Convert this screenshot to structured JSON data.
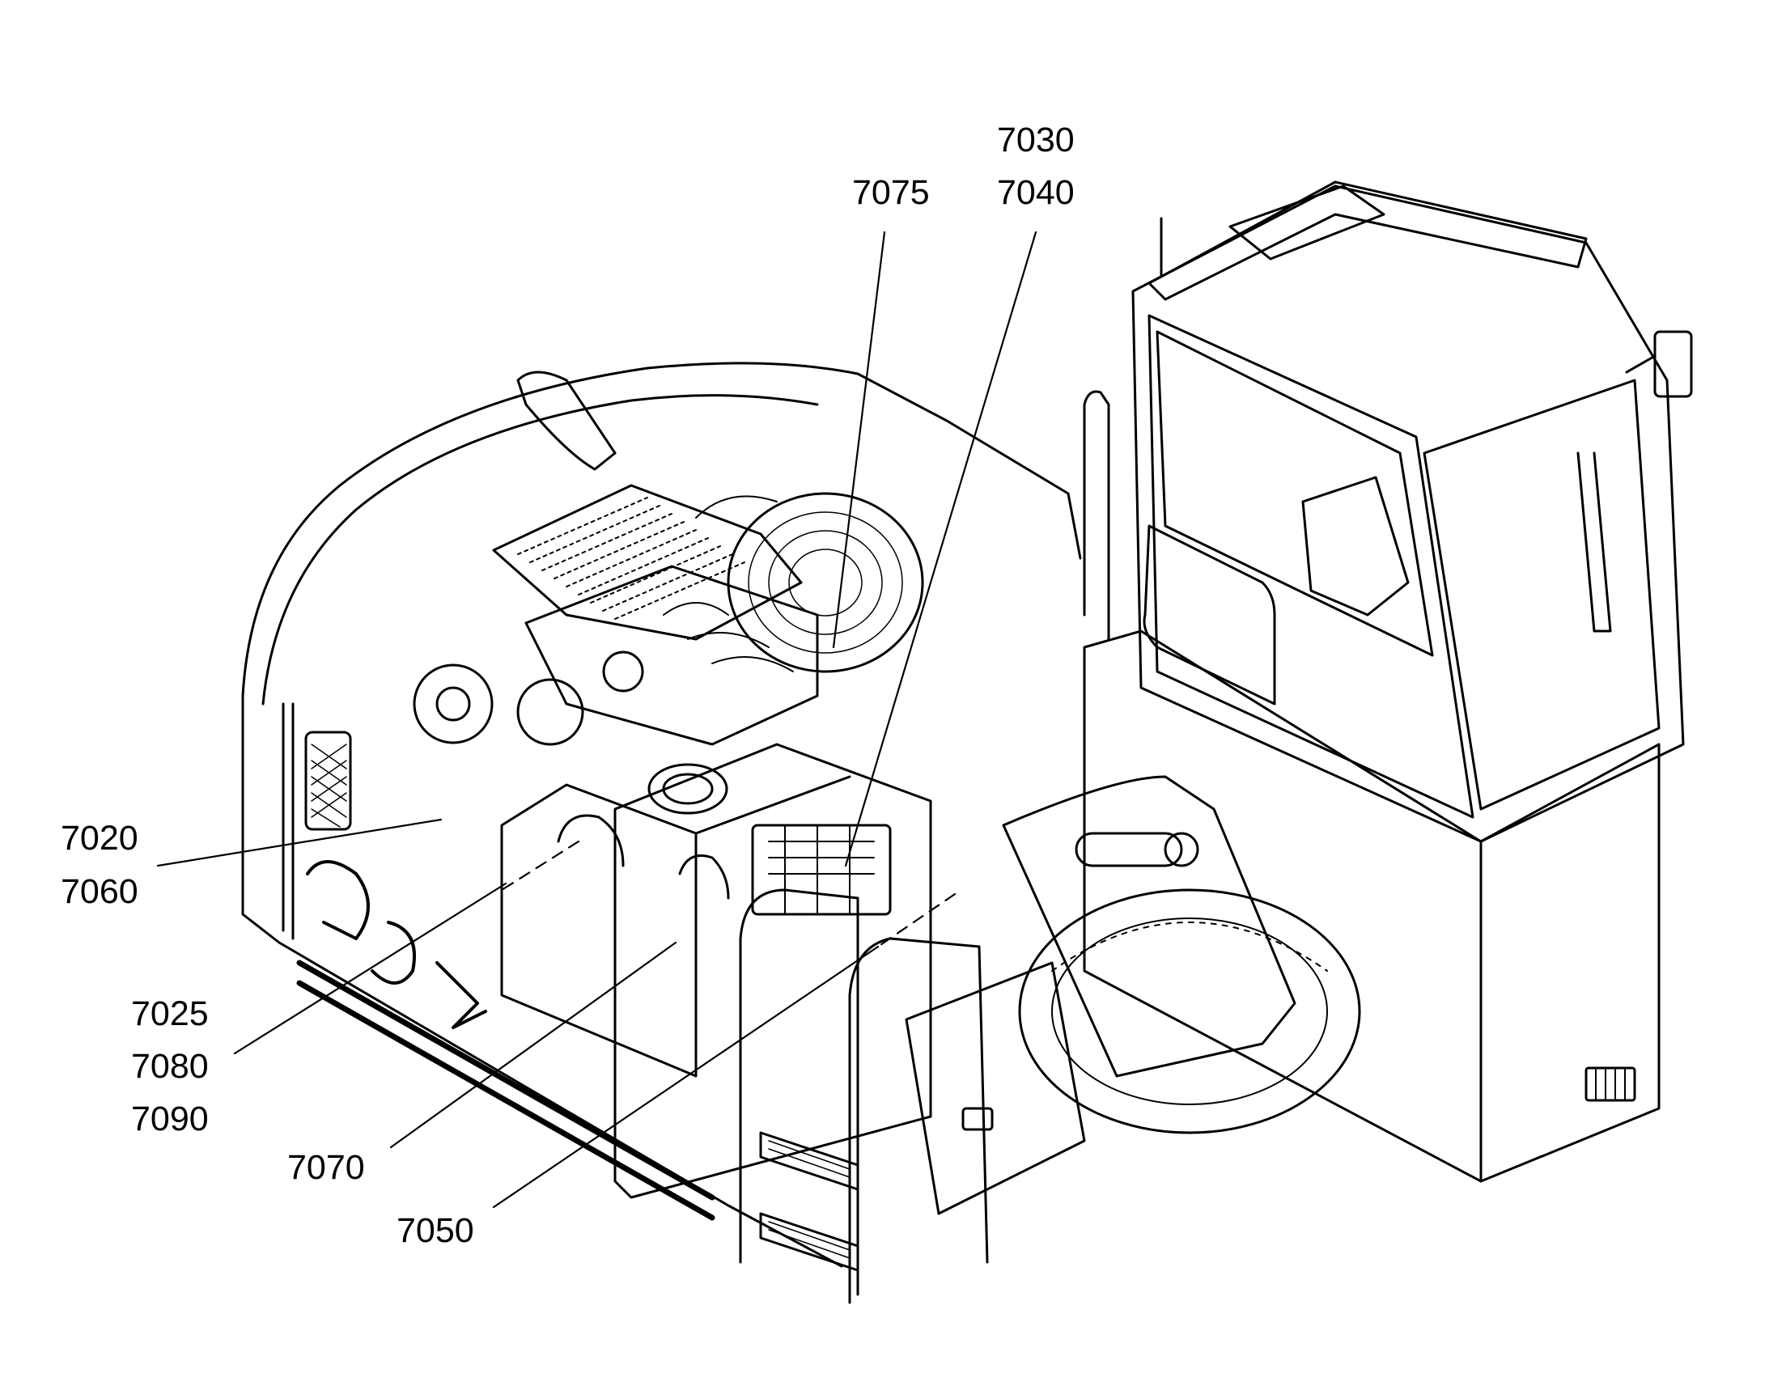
{
  "diagram": {
    "callouts": [
      {
        "id": "group-7030-7040",
        "lines": [
          "7030",
          "7040"
        ]
      },
      {
        "id": "group-7075",
        "lines": [
          "7075"
        ]
      },
      {
        "id": "group-7020-7060",
        "lines": [
          "7020",
          "7060"
        ]
      },
      {
        "id": "group-7025-7080-7090",
        "lines": [
          "7025",
          "7080",
          "7090"
        ]
      },
      {
        "id": "group-7070",
        "lines": [
          "7070"
        ]
      },
      {
        "id": "group-7050",
        "lines": [
          "7050"
        ]
      }
    ]
  }
}
